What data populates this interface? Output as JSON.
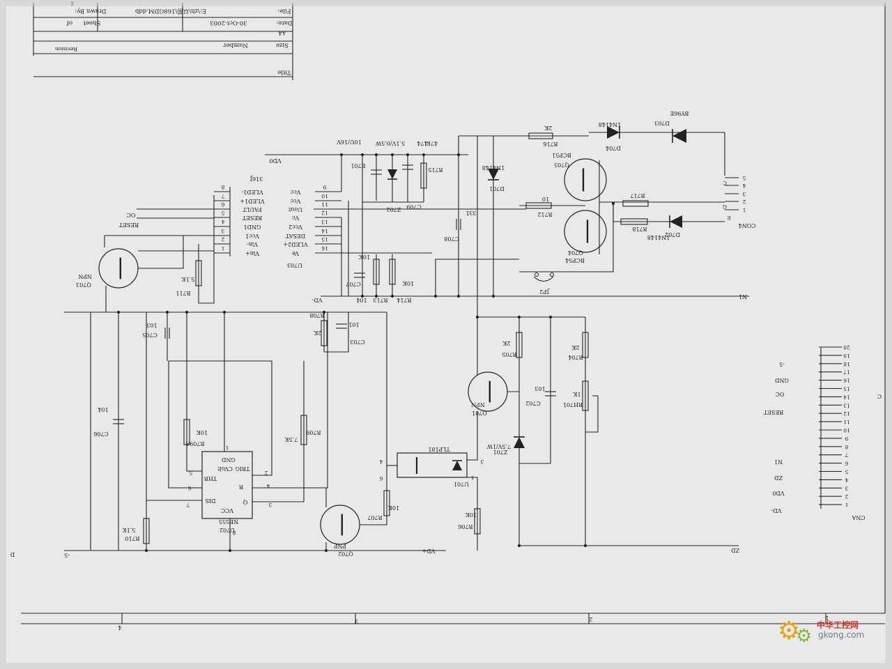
{
  "title_block": {
    "title_label": "Title",
    "size_label": "Size",
    "size_value": "A4",
    "number_label": "Number",
    "revision_label": "Revision",
    "date_label": "Date:",
    "date_value": "30-Oct-2003",
    "sheet_label": "Sheet",
    "sheet_of": "of",
    "file_label": "File:",
    "file_value": "E:\\zh\\以前\\168GDM.ddb",
    "drawn_label": "Drawn By:",
    "corner_number": "4"
  },
  "frame": {
    "col_markers": [
      "4",
      "3",
      "2",
      "1"
    ],
    "row_markers": [
      "C",
      "D"
    ]
  },
  "nets": {
    "vd0": "VD0",
    "vd_minus": "VD-",
    "vd_plus": "VD+",
    "n1": "N1",
    "zd": "ZD",
    "minus5": "-5",
    "gnd_label": "GND"
  },
  "u703": {
    "ref": "U703",
    "part": "316J",
    "pins_left": [
      {
        "num": "9",
        "name": "Vcc"
      },
      {
        "num": "10",
        "name": "Vcc"
      },
      {
        "num": "11",
        "name": "Uout"
      },
      {
        "num": "12",
        "name": "Vc"
      },
      {
        "num": "13",
        "name": "Vcc2"
      },
      {
        "num": "14",
        "name": "DESAT"
      },
      {
        "num": "15",
        "name": "VLED2+"
      },
      {
        "num": "16",
        "name": "Ve"
      }
    ],
    "pins_right": [
      {
        "num": "8",
        "name": "VLED1-"
      },
      {
        "num": "7",
        "name": "VLED1+"
      },
      {
        "num": "6",
        "name": "FAULT"
      },
      {
        "num": "5",
        "name": "RESET"
      },
      {
        "num": "4",
        "name": "GND1"
      },
      {
        "num": "3",
        "name": "Vcc1"
      },
      {
        "num": "2",
        "name": "Vin-"
      },
      {
        "num": "1",
        "name": "Vin+"
      }
    ],
    "ext_labels": [
      "OC",
      "RESET"
    ]
  },
  "u702": {
    "ref": "U702",
    "part": "NE555",
    "pin_labels": [
      "GND",
      "TRIG",
      "CVolt",
      "THR",
      "R",
      "DIS",
      "Q",
      "VCC"
    ],
    "pin_numbers": [
      "1",
      "2",
      "5",
      "6",
      "4",
      "7",
      "3",
      "8"
    ]
  },
  "u701": {
    "ref": "U701",
    "part": "TLP181",
    "pin_numbers": [
      "4",
      "6",
      "1",
      "3"
    ]
  },
  "components": {
    "e701": "E701",
    "e701_val": "10U/16V",
    "z702": "Z702",
    "z702_val": "5.1V/0.5W",
    "c709": "C709",
    "c709_val": "474",
    "r715": "R715",
    "r715_val": "47K",
    "d701": "D701",
    "d701_val": "1N4148",
    "c708": "C708",
    "c708_val": "331",
    "r716": "R716",
    "r716_val": "2K",
    "d704": "D704",
    "d704_val": "1N4148",
    "d703": "D703",
    "d703_val": "BY96E",
    "q705": "Q705",
    "q705_val": "BCP51",
    "q704": "Q704",
    "q704_val": "BCP54",
    "r712": "R712",
    "r712_val": "10",
    "r717": "R717",
    "r718": "R718",
    "d702": "D702",
    "d702_val": "1N4148",
    "c707": "C707",
    "c707_val": "104",
    "r713": "R713",
    "r713_val": "10K",
    "r714": "R714",
    "r714_val": "10K",
    "jp2": "JP2",
    "q703": "Q703",
    "q703_val": "NPN",
    "r711": "R711",
    "r711_val": "5.1K",
    "c705": "C705",
    "c705_val": "103",
    "c706": "C706",
    "c706_val": "104",
    "r708": "R708",
    "r708_val": "2K",
    "c703": "C703",
    "c703_val": "101",
    "r709a": "R709A",
    "r709a_val": "10K",
    "r709": "R709",
    "r709_val": "7.5K",
    "r710": "R710",
    "r710_val": "5.1K",
    "q702": "Q702",
    "q702_val": "PNP",
    "r707": "R707",
    "r707_val": "10K",
    "r706": "R706",
    "r706_val": "10K",
    "q701": "Q701",
    "q701_val": "NPN",
    "r705": "R705",
    "r705_val": "2K",
    "c702": "C702",
    "c702_val": "103",
    "z701": "Z701",
    "z701_val": "7.5V/1W",
    "r704": "R704",
    "r704_val": "2K",
    "rh701": "RH701",
    "rh701_val": "1K"
  },
  "con4": {
    "ref": "CON4",
    "pins": [
      "5",
      "4",
      "3",
      "2",
      "1"
    ],
    "pin_labels": [
      "C",
      "G",
      "E"
    ]
  },
  "cna": {
    "ref": "CNA",
    "pins": [
      "20",
      "19",
      "18",
      "17",
      "16",
      "15",
      "14",
      "13",
      "12",
      "11",
      "10",
      "9",
      "8",
      "7",
      "6",
      "5",
      "4",
      "3",
      "2",
      "1"
    ],
    "labels": [
      "-5",
      "GND",
      "OC",
      "RESET",
      "N1",
      "ZD",
      "VD0",
      "VD-"
    ]
  },
  "watermark": {
    "cn": "中华工控网",
    "url": "gkong.com"
  }
}
